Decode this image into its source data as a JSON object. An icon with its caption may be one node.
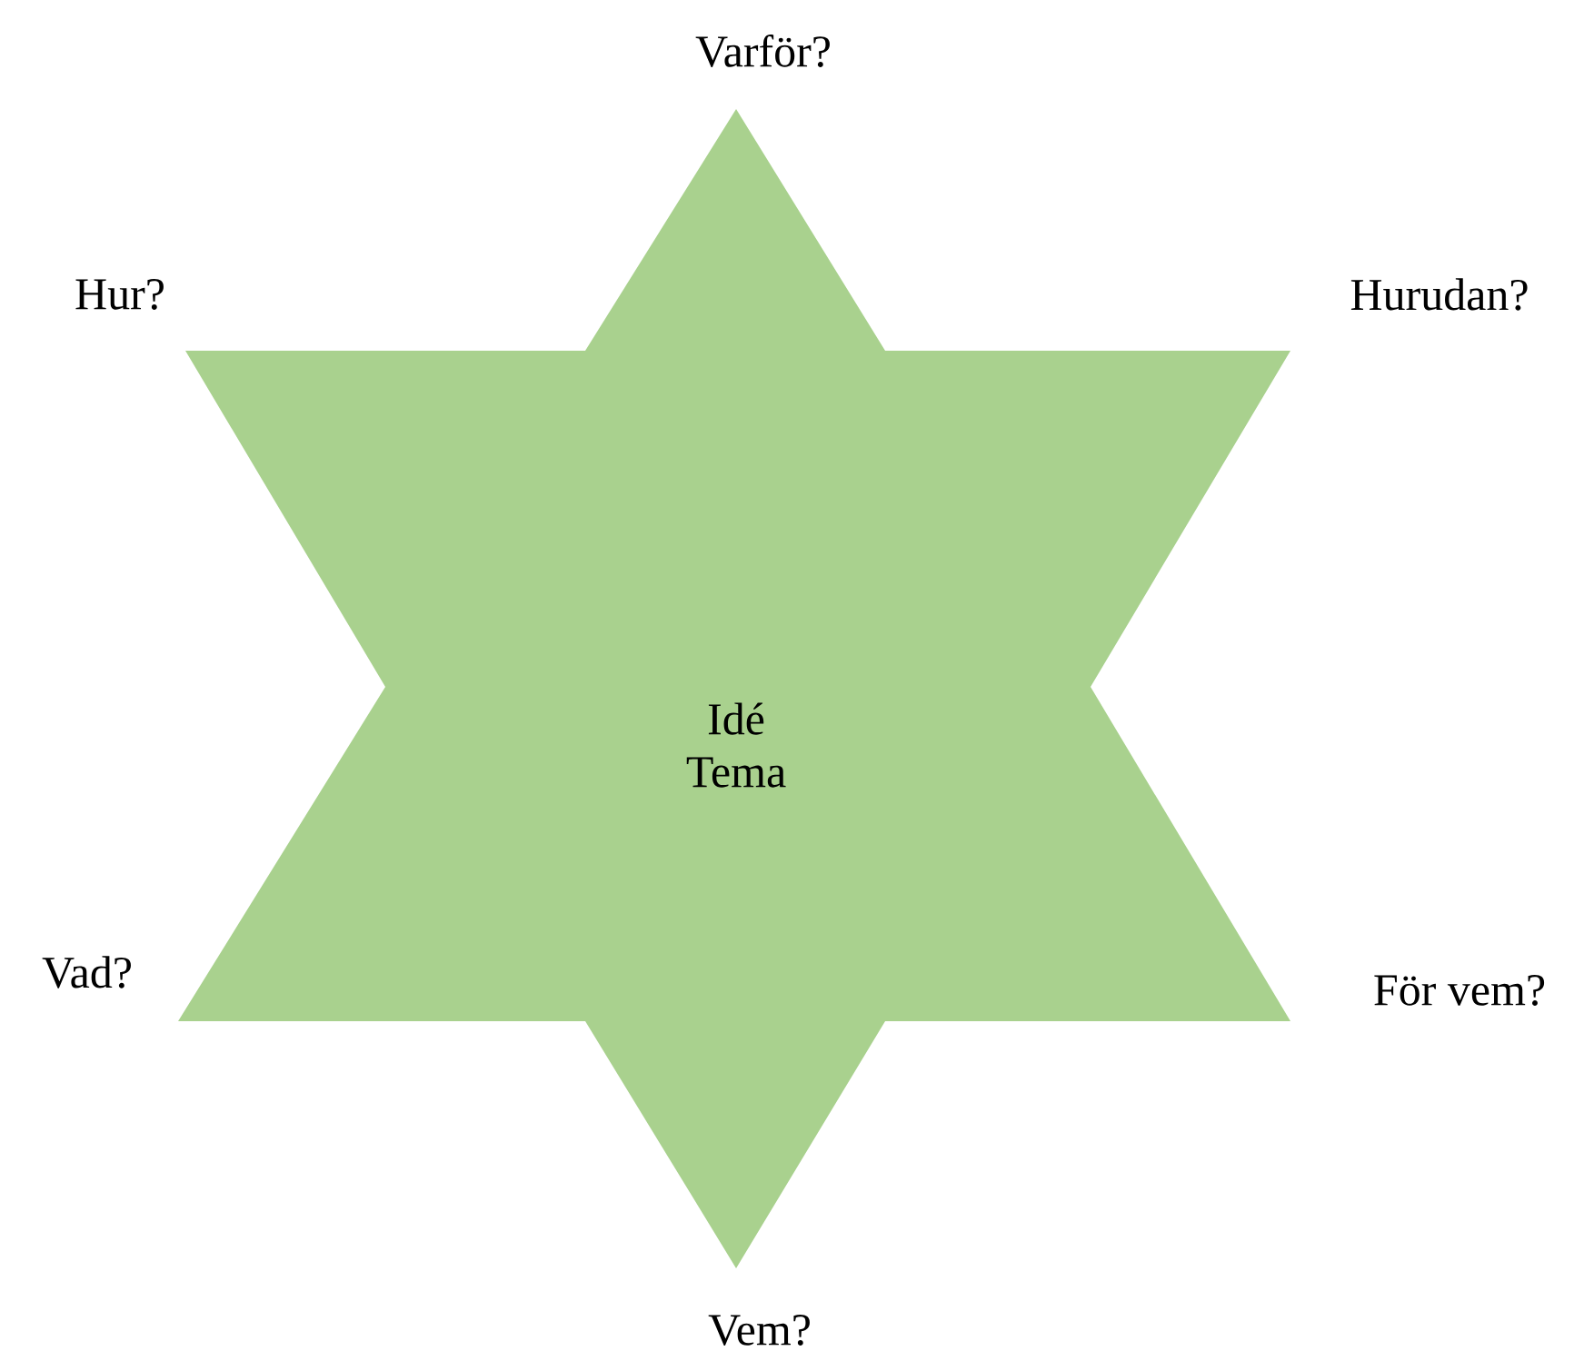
{
  "diagram": {
    "nodes": [
      {
        "text": [
          "Idé",
          "Tema"
        ]
      }
    ],
    "labels": [
      "Varför?",
      "Hur?",
      "Hurudan?",
      "Vad?",
      "För vem?",
      "Vem?"
    ]
  }
}
